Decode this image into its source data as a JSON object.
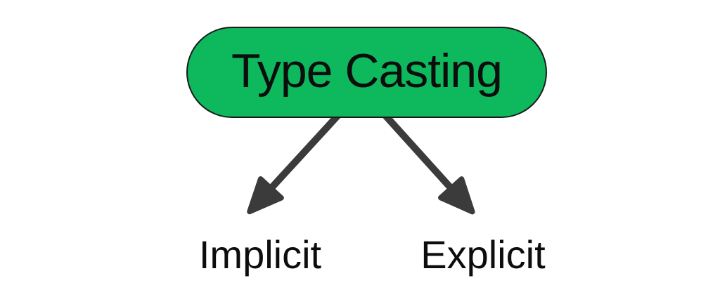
{
  "diagram": {
    "root": {
      "label": "Type Casting"
    },
    "branches": [
      {
        "label": "Implicit"
      },
      {
        "label": "Explicit"
      }
    ]
  },
  "colors": {
    "background": "#ffffff",
    "node_fill": "#0eb85c",
    "node_border": "#1b1b1b",
    "arrow": "#3b3b3b",
    "text": "#0d0d0d"
  }
}
